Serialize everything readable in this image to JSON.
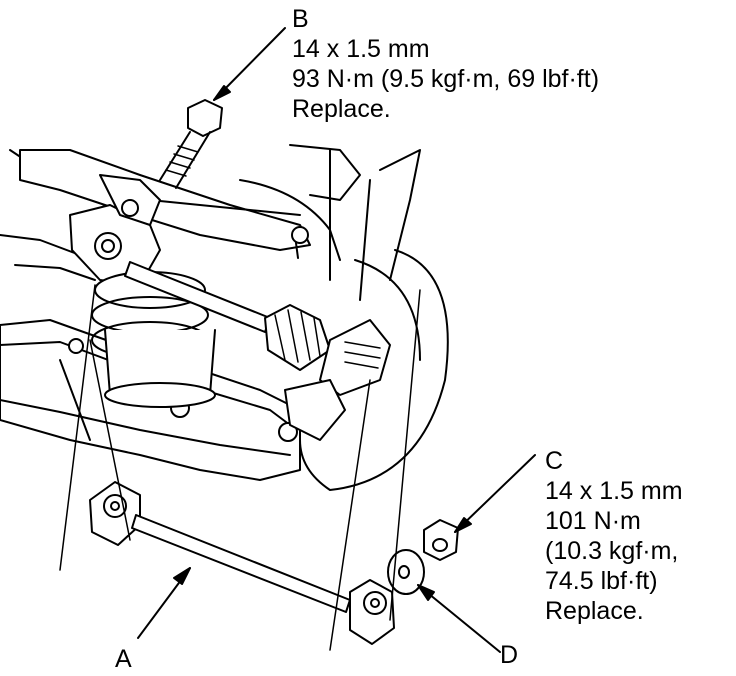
{
  "labels": {
    "A": "A",
    "D": "D"
  },
  "callouts": {
    "B": {
      "letter": "B",
      "size": "14 x 1.5 mm",
      "torque": "93 N·m (9.5 kgf·m, 69 lbf·ft)",
      "note": "Replace."
    },
    "C": {
      "letter": "C",
      "size": "14 x 1.5 mm",
      "torque_1": "101 N·m",
      "torque_2": "(10.3 kgf·m,",
      "torque_3": "74.5 lbf·ft)",
      "note": "Replace."
    }
  }
}
